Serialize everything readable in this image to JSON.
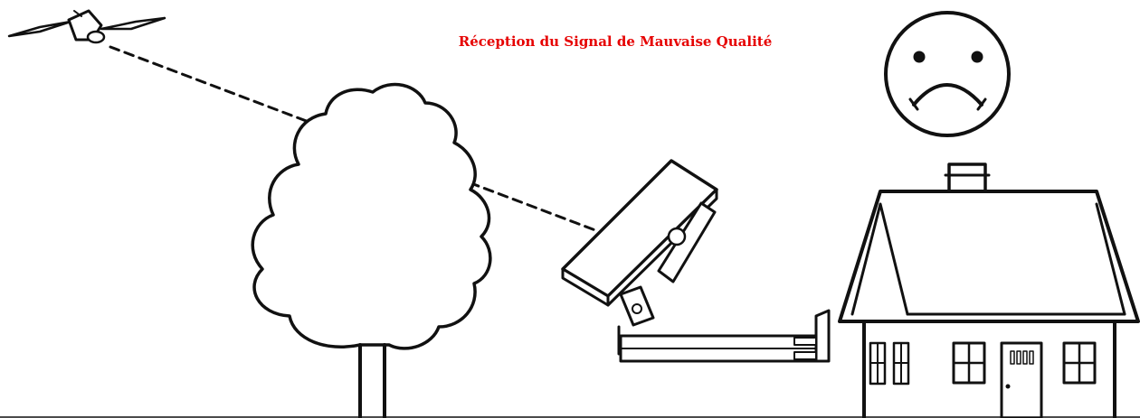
{
  "caption": {
    "text": "Réception du Signal de Mauvaise Qualité",
    "color": "#e60000"
  },
  "colors": {
    "line": "#111111",
    "fill": "#ffffff",
    "background": "#ffffff"
  },
  "illustration": {
    "signal_path": "dashed",
    "face_mood": "sad",
    "icons": [
      "satellite-icon",
      "tree-icon",
      "satellite-dish-icon",
      "house-icon",
      "sad-face-icon"
    ]
  }
}
